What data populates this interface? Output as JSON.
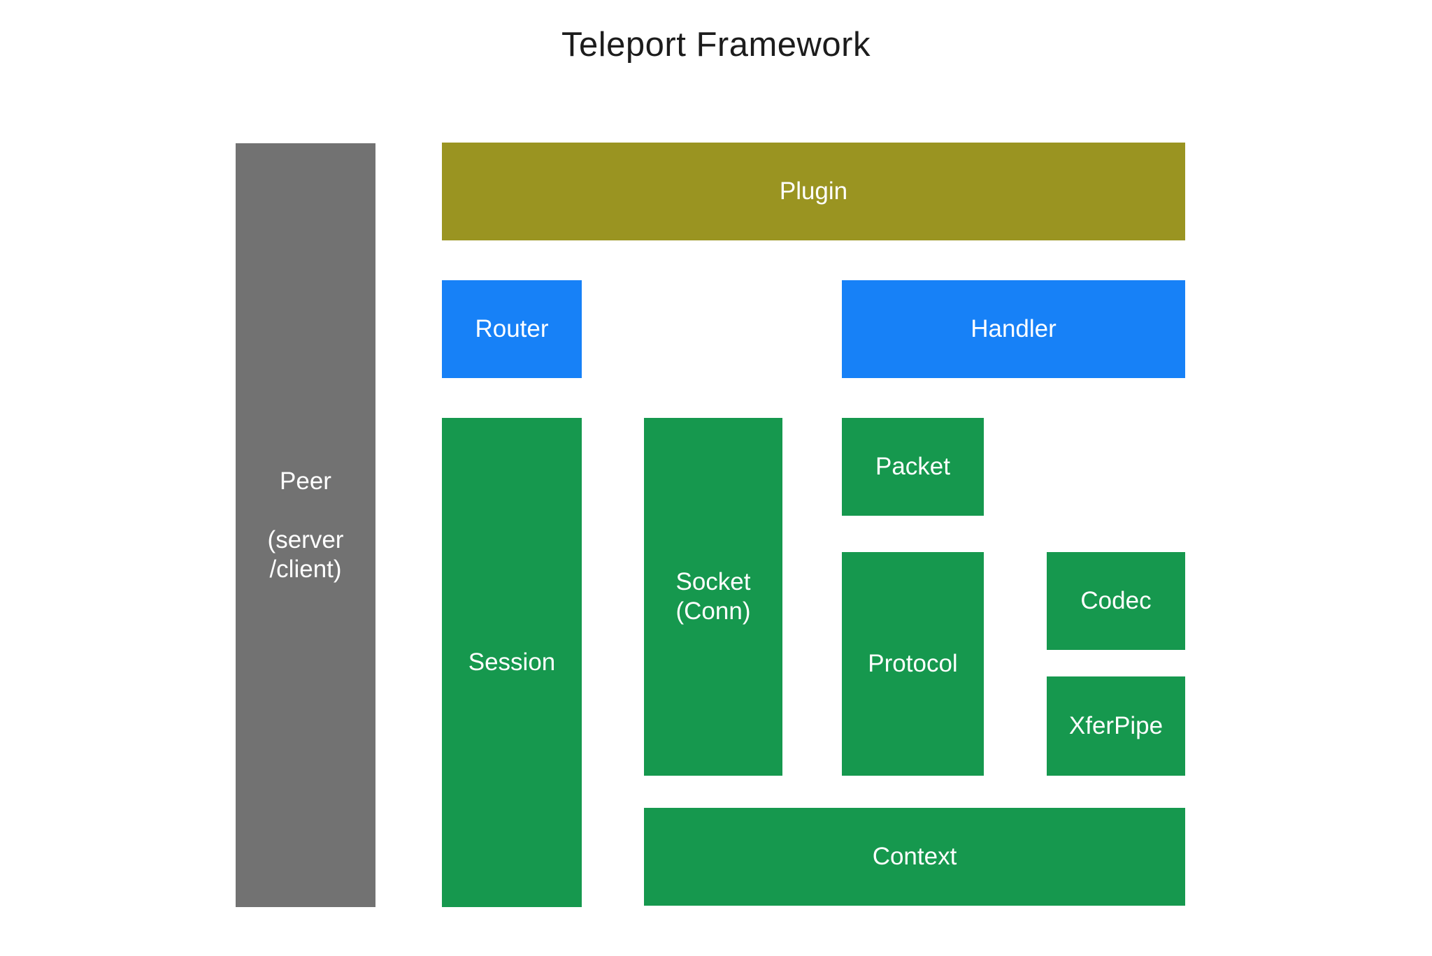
{
  "title": "Teleport Framework",
  "colors": {
    "title_black": "#1c1c1c",
    "peer_gray": "#727272",
    "plugin_olive": "#9a9421",
    "blue": "#1781f7",
    "green": "#16984e",
    "label_white": "#ffffff",
    "background": "#ffffff"
  },
  "boxes": {
    "peer": {
      "line1": "Peer",
      "line2": "(server",
      "line3": "/client)"
    },
    "plugin": {
      "label": "Plugin"
    },
    "router": {
      "label": "Router"
    },
    "handler": {
      "label": "Handler"
    },
    "session": {
      "label": "Session"
    },
    "socket": {
      "line1": "Socket",
      "line2": "(Conn)"
    },
    "packet": {
      "label": "Packet"
    },
    "protocol": {
      "label": "Protocol"
    },
    "codec": {
      "label": "Codec"
    },
    "xferpipe": {
      "label": "XferPipe"
    },
    "context": {
      "label": "Context"
    }
  }
}
